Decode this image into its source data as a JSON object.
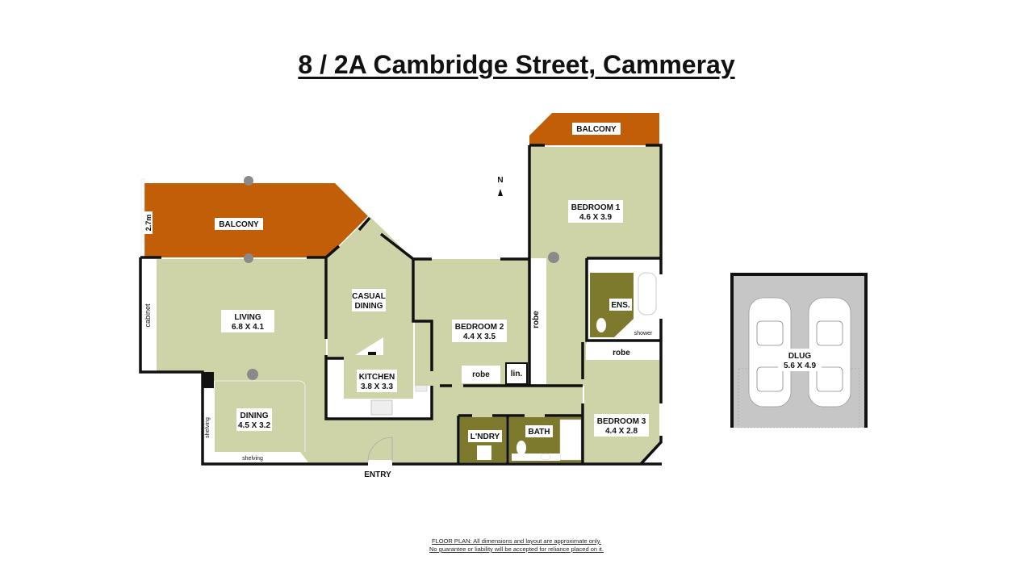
{
  "title": "8 / 2A Cambridge Street, Cammeray",
  "colors": {
    "room_fill": "#cfd3a8",
    "wet_area_fill": "#7d7a2e",
    "balcony_fill": "#c25e07",
    "garage_fill": "#c6c6c6",
    "wall": "#111111",
    "fixture": "#ffffff"
  },
  "compass": {
    "label": "N",
    "icon": "north-arrow-icon"
  },
  "rooms": {
    "balcony_main": {
      "name": "BALCONY",
      "dim_side": "2.7m"
    },
    "balcony_bed1": {
      "name": "BALCONY"
    },
    "living": {
      "name": "LIVING",
      "dims": "6.8 X 4.1"
    },
    "dining": {
      "name": "DINING",
      "dims": "4.5 X 3.2"
    },
    "casual_dining": {
      "name": "CASUAL",
      "name2": "DINING"
    },
    "kitchen": {
      "name": "KITCHEN",
      "dims": "3.8 X 3.3"
    },
    "bedroom2": {
      "name": "BEDROOM 2",
      "dims": "4.4 X 3.5"
    },
    "bedroom1": {
      "name": "BEDROOM 1",
      "dims": "4.6 X 3.9"
    },
    "bedroom3": {
      "name": "BEDROOM 3",
      "dims": "4.4 X 2.8"
    },
    "ensuite": {
      "name": "ENS.",
      "shower": "shower"
    },
    "laundry": {
      "name": "L'NDRY"
    },
    "bath": {
      "name": "BATH"
    },
    "garage": {
      "name": "DLUG",
      "dims": "5.6 X 4.9"
    },
    "entry": {
      "name": "ENTRY"
    }
  },
  "fixtures": {
    "cabinet": "cabinet",
    "shelving_side": "shelving",
    "shelving_bottom": "shelving",
    "robe_bed2": "robe",
    "linen": "lin.",
    "robe_bed1": "robe",
    "robe_bed3": "robe"
  },
  "disclaimer": {
    "line1": "FLOOR PLAN: All dimensions and layout are approximate only.",
    "line2": "No guarantee or liability will be accepted for reliance placed on it."
  }
}
